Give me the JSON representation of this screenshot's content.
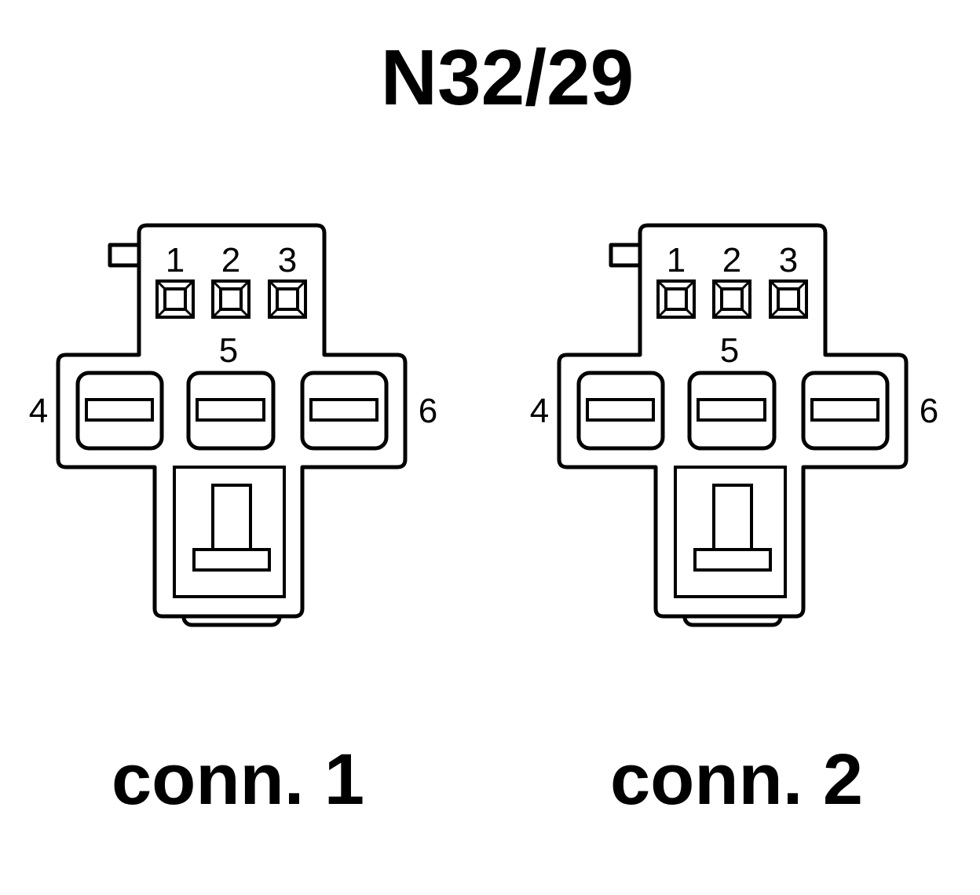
{
  "title": "N32/29",
  "colors": {
    "ink": "#000000",
    "background": "#ffffff"
  },
  "connectors": [
    {
      "caption": "conn. 1",
      "pins": {
        "p1": "1",
        "p2": "2",
        "p3": "3",
        "p4": "4",
        "p5": "5",
        "p6": "6"
      }
    },
    {
      "caption": "conn. 2",
      "pins": {
        "p1": "1",
        "p2": "2",
        "p3": "3",
        "p4": "4",
        "p5": "5",
        "p6": "6"
      }
    }
  ]
}
